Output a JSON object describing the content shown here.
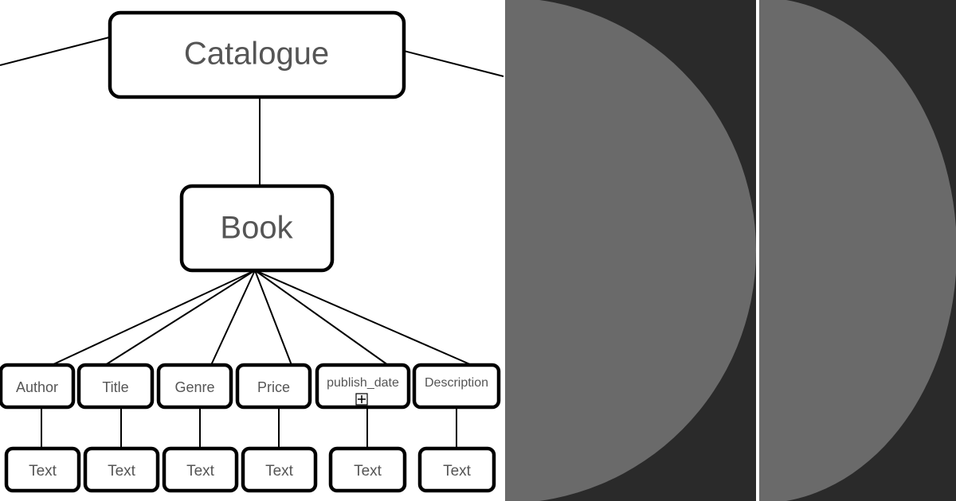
{
  "diagram": {
    "root": "Catalogue",
    "child": "Book",
    "fields": [
      "Author",
      "Title",
      "Genre",
      "Price",
      "publish_date",
      "Description"
    ],
    "values": [
      "Text",
      "Text",
      "Text",
      "Text",
      "Text",
      "Text"
    ]
  },
  "panels": {
    "panel_color": "#2a2a2a",
    "shape_color": "#6a6a6a"
  }
}
